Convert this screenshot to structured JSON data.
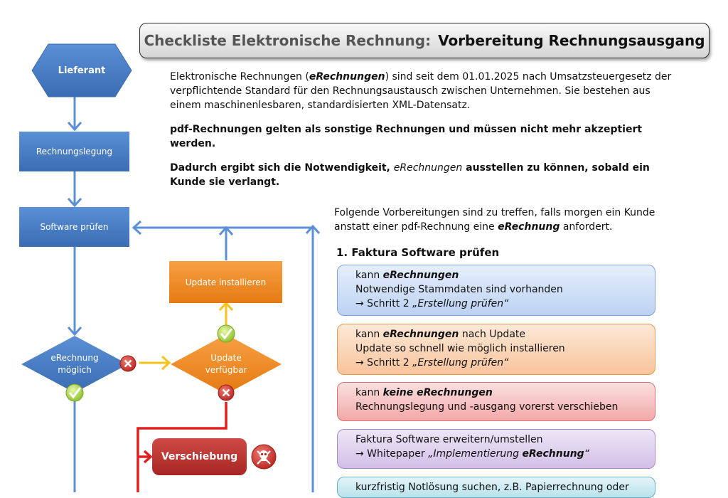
{
  "header": {
    "title_part1": "Checkliste Elektronische Rechnung:",
    "title_part2": "Vorbereitung Rechnungsausgang"
  },
  "intro": {
    "p1_a": "Elektronische Rechnungen (",
    "p1_term": "eRechnungen",
    "p1_b": ") sind seit dem 01.01.2025 nach Umsatzsteuergesetz der verpflichtende Standard für den Rechnungsaustausch zwischen Unternehmen. Sie bestehen aus einem maschinenlesbaren, standardisierten XML-Datensatz.",
    "p2": "pdf-Rechnungen gelten als sonstige Rechnungen und müssen nicht mehr akzeptiert werden.",
    "p3_a": "Dadurch ergibt sich die Notwendigkeit, ",
    "p3_term": "eRechnungen",
    "p3_b": " ausstellen zu können, sobald ein Kunde sie verlangt."
  },
  "lead": {
    "text_a": "Folgende Vorbereitungen sind zu treffen, falls morgen ein Kunde anstatt einer pdf-Rechnung eine ",
    "term": "eRechnung",
    "text_b": " anfordert."
  },
  "section1": {
    "heading": "1. Faktura Software prüfen"
  },
  "boxes": {
    "blue": {
      "l1_a": "kann ",
      "l1_term": "eRechnungen",
      "l2": "Notwendige Stammdaten sind vorhanden",
      "l3_a": "→ Schritt 2 ",
      "l3_ref": "„Erstellung prüfen“"
    },
    "orange": {
      "l1_a": "kann ",
      "l1_term": "eRechnungen",
      "l1_b": " nach Update",
      "l2": "Update so schnell wie möglich installieren",
      "l3_a": "→ Schritt 2 ",
      "l3_ref": "„Erstellung prüfen“"
    },
    "red": {
      "l1_a": "kann ",
      "l1_term": "keine eRechnungen",
      "l2": "Rechnungslegung und -ausgang vorerst verschieben"
    },
    "purple": {
      "l1": "Faktura Software erweitern/umstellen",
      "l2_a": "→ Whitepaper ",
      "l2_ref": "„Implementierung ",
      "l2_term": "eRechnung",
      "l2_end": "“"
    },
    "teal": {
      "l1": "kurzfristig Notlösung suchen, z.B. Papierrechnung oder"
    }
  },
  "flowchart": {
    "lieferant": "Lieferant",
    "rechnungslegung": "Rechnungslegung",
    "software_pruefen": "Software prüfen",
    "update_installieren": "Update installieren",
    "erechnung_moeglich_1": "eRechnung",
    "erechnung_moeglich_2": "möglich",
    "update_verfuegbar_1": "Update",
    "update_verfuegbar_2": "verfügbar",
    "verschiebung": "Verschiebung"
  },
  "colors": {
    "flow_blue": "#4a7ec4",
    "flow_orange": "#ef8a22",
    "flow_red": "#c0302e",
    "arrow_blue": "#5b8fd6",
    "arrow_yellow": "#f6c21b",
    "line_red": "#e01f1f"
  },
  "icons": {
    "ok": "check-circle-icon",
    "no": "x-circle-icon",
    "danger": "skull-icon"
  }
}
